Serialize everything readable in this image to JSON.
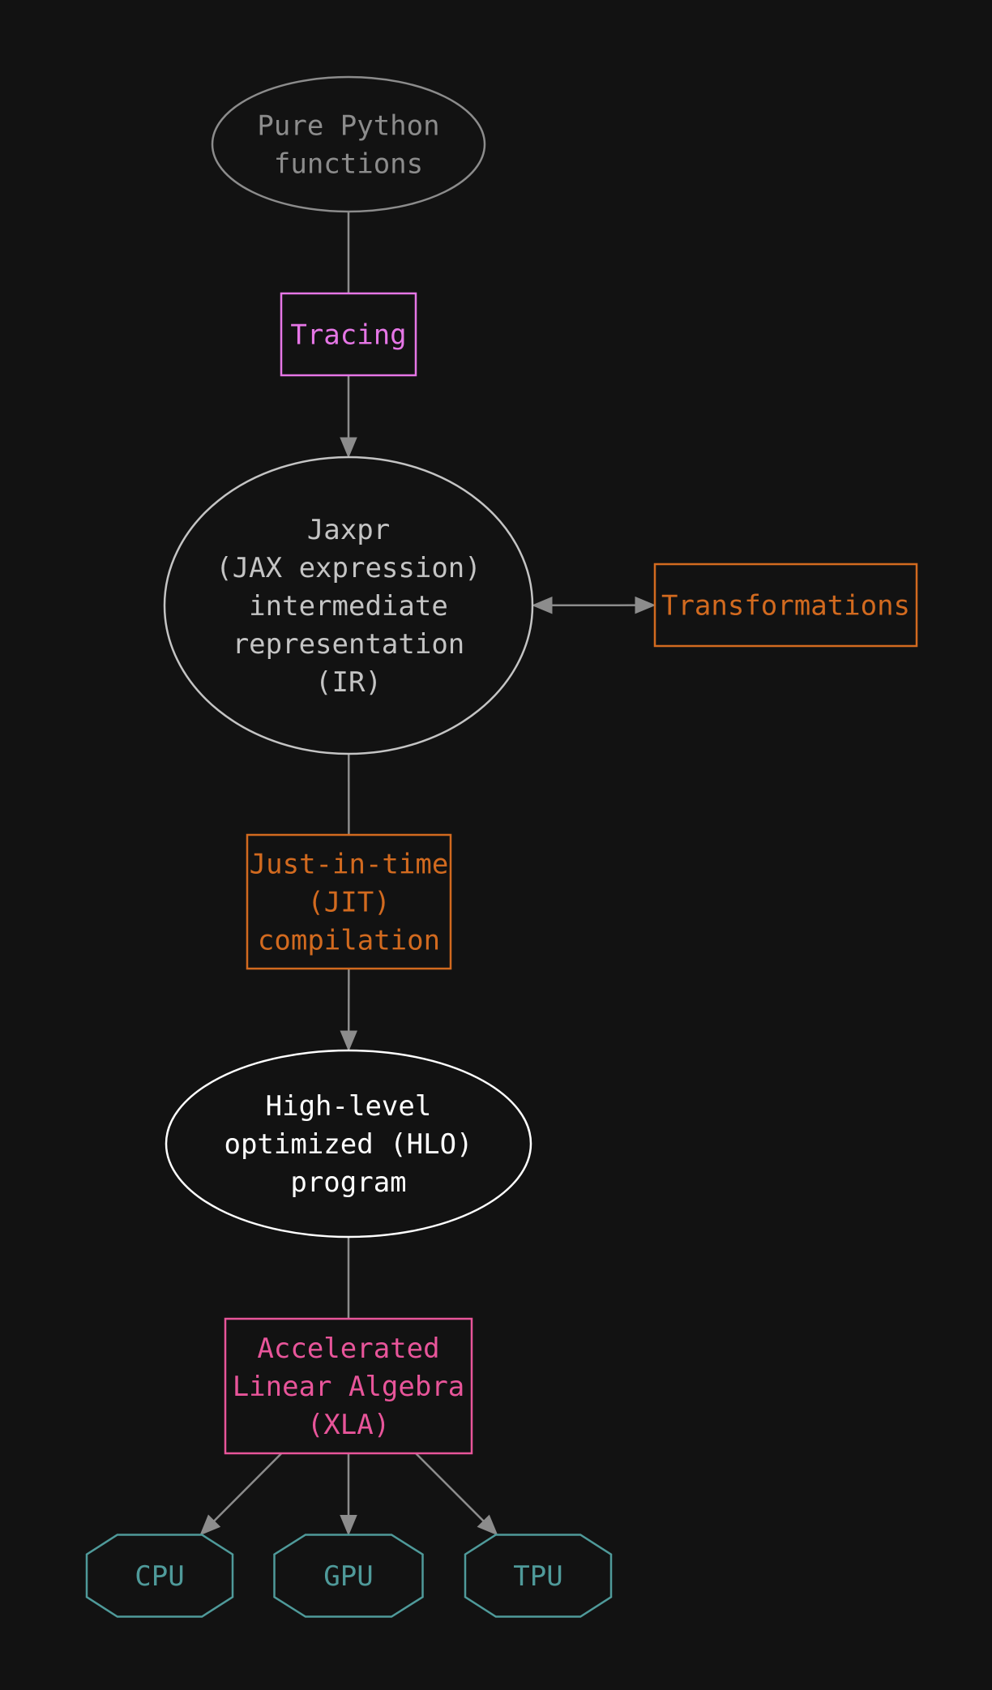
{
  "nodes": {
    "source": {
      "lines": [
        "Pure Python",
        "functions"
      ],
      "color": "#8c8c8c"
    },
    "tracing": {
      "lines": [
        "Tracing"
      ],
      "color": "#e676e6"
    },
    "jaxpr": {
      "lines": [
        "Jaxpr",
        "(JAX expression)",
        "intermediate",
        "representation",
        "(IR)"
      ],
      "color": "#c4c4c4"
    },
    "transformations": {
      "lines": [
        "Transformations"
      ],
      "color": "#d26a1f"
    },
    "jit": {
      "lines": [
        "Just-in-time",
        "(JIT)",
        "compilation"
      ],
      "color": "#d26a1f"
    },
    "hlo": {
      "lines": [
        "High-level",
        "optimized (HLO)",
        "program"
      ],
      "color": "#ffffff"
    },
    "xla": {
      "lines": [
        "Accelerated",
        "Linear Algebra",
        "(XLA)"
      ],
      "color": "#e8559a"
    },
    "cpu": {
      "lines": [
        "CPU"
      ],
      "color": "#4f9a9a"
    },
    "gpu": {
      "lines": [
        "GPU"
      ],
      "color": "#4f9a9a"
    },
    "tpu": {
      "lines": [
        "TPU"
      ],
      "color": "#4f9a9a"
    }
  },
  "edges": [
    {
      "from": "source",
      "to": "tracing",
      "arrow": "none"
    },
    {
      "from": "tracing",
      "to": "jaxpr",
      "arrow": "end"
    },
    {
      "from": "jaxpr",
      "to": "transformations",
      "arrow": "both"
    },
    {
      "from": "jaxpr",
      "to": "jit",
      "arrow": "none"
    },
    {
      "from": "jit",
      "to": "hlo",
      "arrow": "end"
    },
    {
      "from": "hlo",
      "to": "xla",
      "arrow": "none"
    },
    {
      "from": "xla",
      "to": "cpu",
      "arrow": "end"
    },
    {
      "from": "xla",
      "to": "gpu",
      "arrow": "end"
    },
    {
      "from": "xla",
      "to": "tpu",
      "arrow": "end"
    }
  ],
  "edge_color": "#8c8c8c"
}
